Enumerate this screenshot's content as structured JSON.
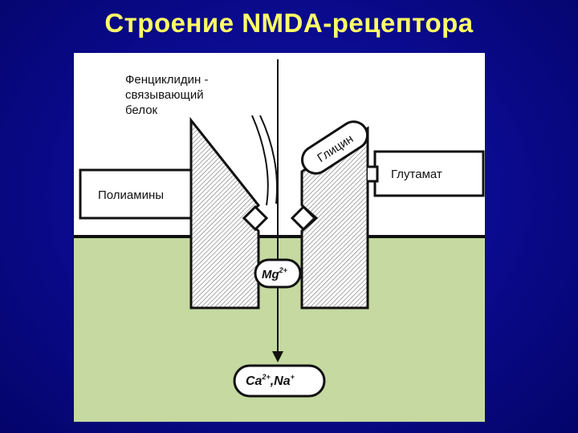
{
  "title": "Строение NMDA-рецептора",
  "labels": {
    "pcp_line1": "Фенциклидин -",
    "pcp_line2": "связывающий",
    "pcp_line3": "белок",
    "glycine": "Глицин",
    "glutamate": "Глутамат",
    "polyamines": "Полиамины",
    "mg": "Mg",
    "mg_charge": "2+",
    "ca": "Ca",
    "ca_charge": "2+",
    "separator": ",",
    "na": "Na",
    "na_charge": "+"
  },
  "colors": {
    "background": "#0a0a8c",
    "title": "#ffff66",
    "figure_bg": "#ffffff",
    "cytoplasm": "#c5d9a0",
    "ink": "#111111"
  }
}
